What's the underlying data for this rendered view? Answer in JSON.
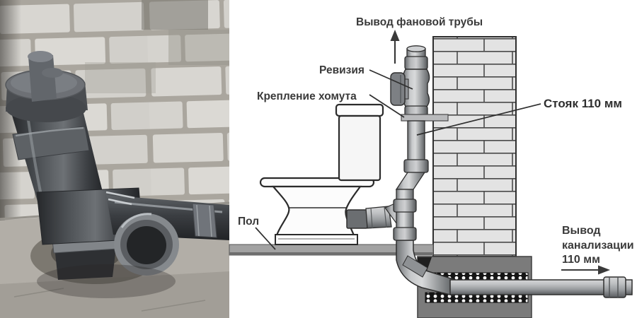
{
  "figure": {
    "kind": "plumbing installation diagram with photo",
    "photo": {
      "subject_names": [
        "sewer-riser-pipe-photo",
        "cleanout-cap",
        "tee-open-socket",
        "brick-wall",
        "concrete-floor"
      ]
    },
    "diagram": {
      "labels": {
        "vent": "Вывод фановой трубы",
        "revision": "Ревизия",
        "clamp": "Крепление хомута",
        "riser": "Стояк 110 мм",
        "floor": "Пол",
        "outlet_line1": "Вывод",
        "outlet_line2": "канализации",
        "outlet_line3": "110 мм"
      },
      "colors": {
        "outline": "#2f2f2f",
        "text": "#3a3a3a",
        "diagram_brick": "#e3e3e3",
        "diagram_brick_joint": "#4a4a4a",
        "diagram_floor": "#a2a2a2",
        "foundation": "#7b7b7b",
        "sleeve_hatch": "#141414",
        "pipe_highlight": "#d9dadb",
        "pipe_shadow": "#5f6265",
        "toilet_fill": "#fbfbfb"
      },
      "photo_colors": {
        "brick": "#d6d4cf",
        "mortar": "#aaa69e",
        "pvc_pipe_dark": "#33363a",
        "pvc_pipe_light": "#6d7175",
        "floor_concrete": "#b2aea7",
        "hole_shadow": "#6f6b64"
      }
    }
  }
}
